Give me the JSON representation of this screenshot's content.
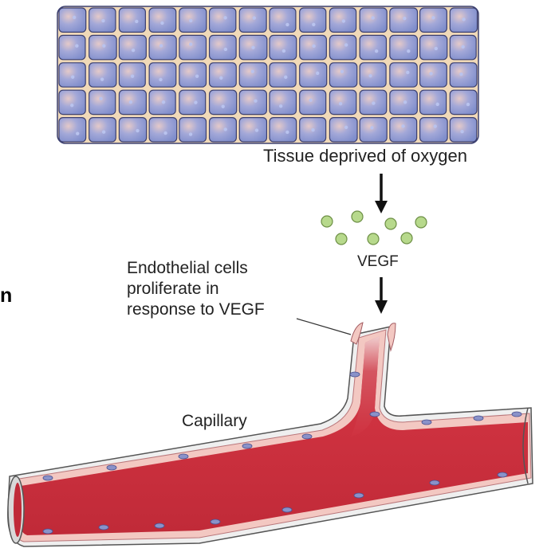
{
  "labels": {
    "tissue": "Tissue deprived of oxygen",
    "vegf": "VEGF",
    "endothelial_line1": "Endothelial cells",
    "endothelial_line2": "proliferate in",
    "endothelial_line3": "response to VEGF",
    "capillary": "Capillary",
    "edge_letter": "n"
  },
  "colors": {
    "tissue_cell": "#8c99d2",
    "tissue_border": "#3c4070",
    "vegf_dot": "#b7d98c",
    "vessel_lumen": "#cf3240",
    "vessel_wall": "#e7e7e7",
    "endothelial_cell": "#f3c8c2",
    "nucleus": "#8a92c9"
  },
  "icons": {
    "arrow_1": "down-arrow-icon",
    "arrow_2": "down-arrow-icon"
  }
}
